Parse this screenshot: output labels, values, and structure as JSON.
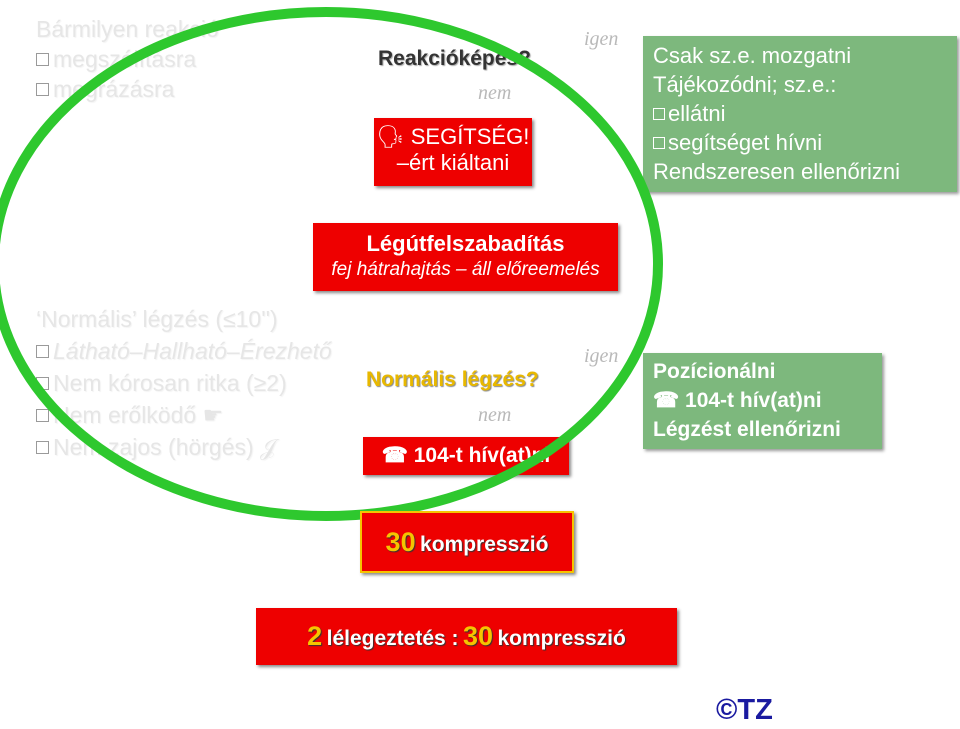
{
  "left_top": {
    "line1": "Bármilyen reakció",
    "item1": "megszólításra",
    "item2": "megrázásra"
  },
  "q1": {
    "text": "Reakcióképes?",
    "yes": "igen",
    "no": "nem"
  },
  "help_box": {
    "icon": "🗣",
    "line1": "SEGÍTSÉG!",
    "line2": "–ért kiáltani"
  },
  "green_top": {
    "line1": "Csak sz.e. mozgatni",
    "line2": "Tájékozódni; sz.e.:",
    "item1": "ellátni",
    "item2": "segítséget hívni",
    "line3": "Rendszeresen ellenőrizni"
  },
  "airway_box": {
    "title": "Légútfelszabadítás",
    "subtitle": "fej hátrahajtás – áll előreemelés"
  },
  "left_mid": {
    "title": "‘Normális’ légzés (≤10'')",
    "item1": "Látható–Hallható–Érezhető",
    "item2": "Nem kórosan ritka (≥2)",
    "item3": "Nem erőlködő",
    "item4": "Nem zajos (hörgés)"
  },
  "q2": {
    "text": "Normális légzés?",
    "yes": "igen",
    "no": "nem"
  },
  "call_box": {
    "icon": "☎",
    "text": "104-t hív(at)ni"
  },
  "green_mid": {
    "line1": "Pozícionálni",
    "line2_icon": "☎",
    "line2": "104-t hív(at)ni",
    "line3": "Légzést ellenőrizni"
  },
  "compress_box": {
    "num": "30",
    "text": "kompresszió"
  },
  "cycle_box": {
    "num1": "2",
    "text1": "lélegeztetés :",
    "num2": "30",
    "text2": "kompresszió"
  },
  "copyright": "©TZ",
  "colors": {
    "ring": "#2ec82e",
    "red": "#ee0000",
    "green": "#7db87d",
    "yellow_border": "#f5c400"
  }
}
